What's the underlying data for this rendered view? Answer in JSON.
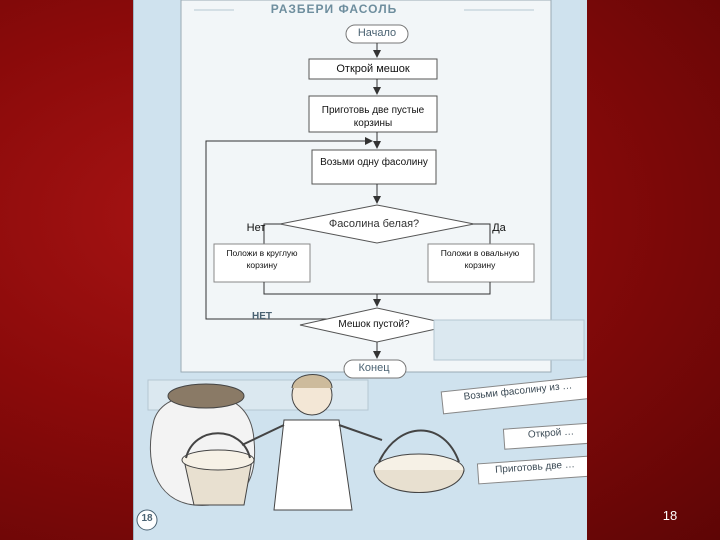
{
  "title": "РАЗБЕРИ ФАСОЛЬ",
  "flowchart": {
    "start": "Начало",
    "step1": "Открой мешок",
    "step2": "Приготовь две пустые корзины",
    "step3": "Возьми одну фасолину",
    "decision1": "Фасолина белая?",
    "decision1_no": "Нет",
    "decision1_yes": "Да",
    "action_no": "Положи в круглую корзину",
    "action_yes": "Положи в овальную корзину",
    "decision2": "Мешок пустой?",
    "decision2_no": "НЕТ",
    "end": "Конец"
  },
  "cards": [
    "Возьми фасолину из …",
    "Открой …",
    "Приготовь две …"
  ],
  "book_page_number": "18",
  "slide_number": "18",
  "colors": {
    "background": "#8a0a0a",
    "page": "#cfe2ee",
    "box_fill": "#ffffff",
    "line": "#333333"
  }
}
